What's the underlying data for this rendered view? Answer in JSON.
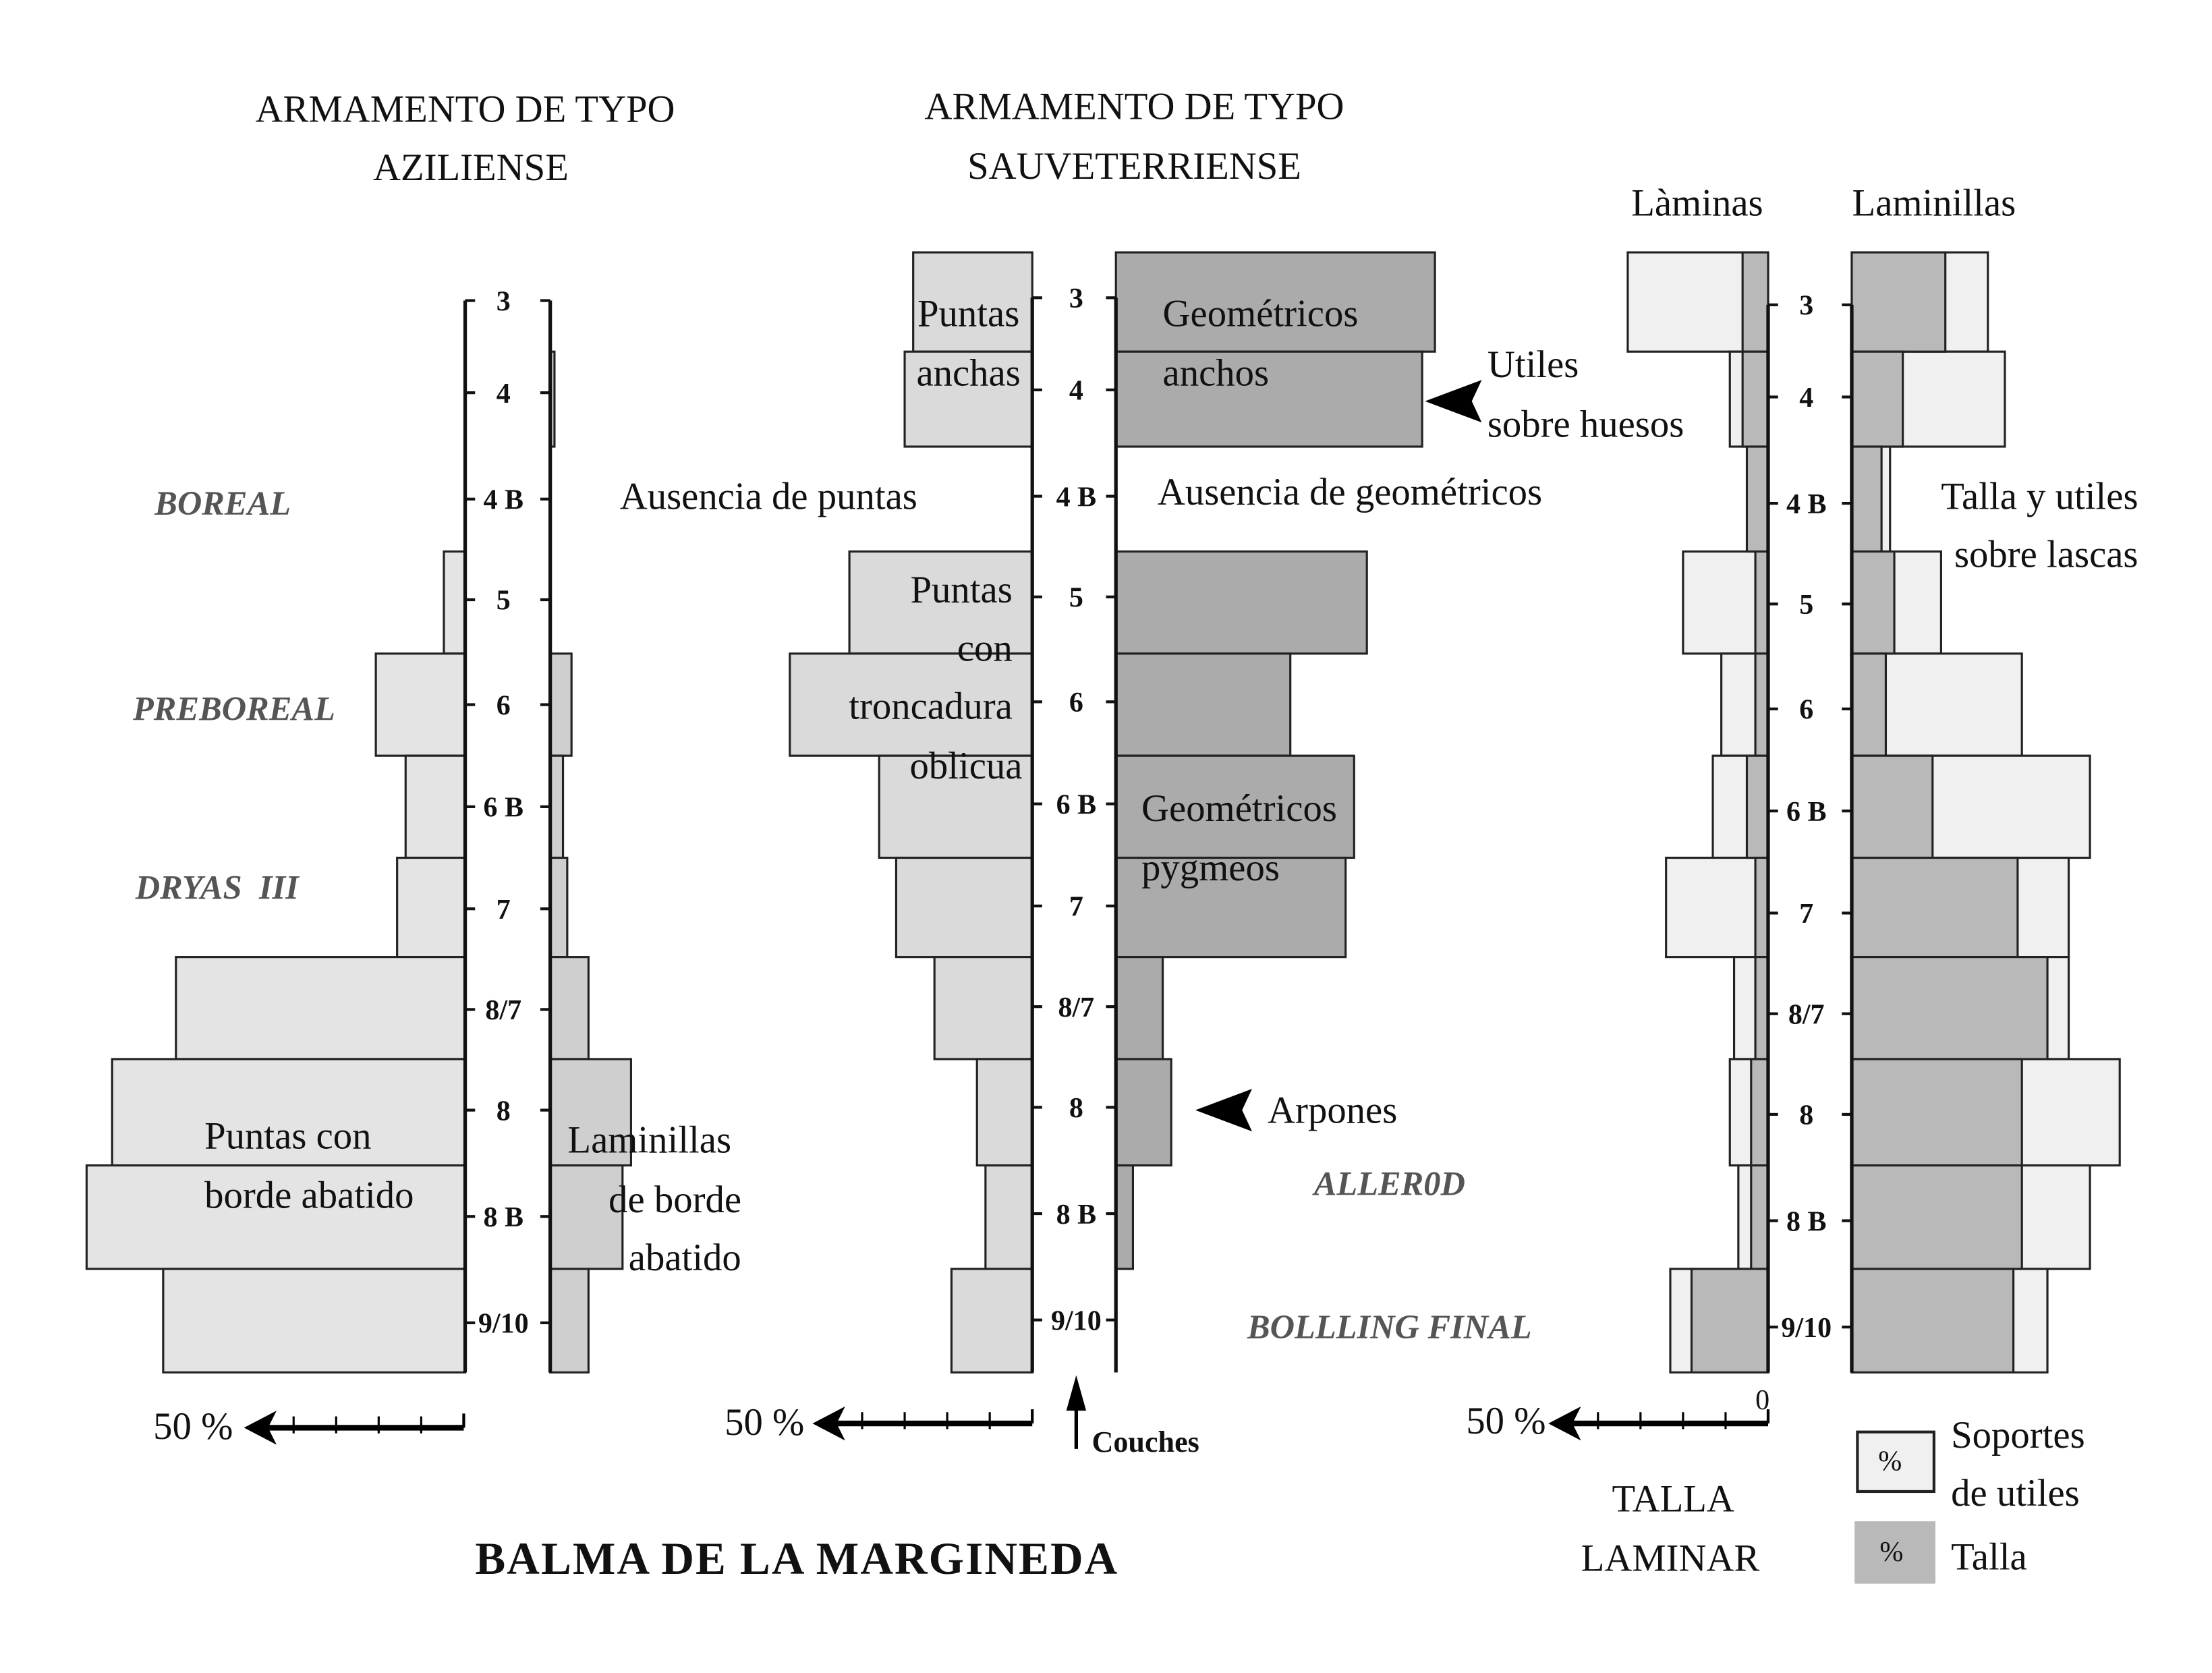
{
  "chart_data": {
    "type": "bar",
    "title": "BALMA DE LA MARGINEDA",
    "orientation": "horizontal-stratigraphic",
    "layers": [
      "3",
      "4",
      "4 B",
      "5",
      "6",
      "6 B",
      "7",
      "8/7",
      "8",
      "8 B",
      "9/10"
    ],
    "xlabel": "50 %",
    "ylabel": "Couches",
    "unit": "%",
    "panels": [
      {
        "title_line1": "ARMAMENTO DE TYPO",
        "title_line2": "AZILIENSE",
        "series": [
          {
            "name": "Puntas con borde abatido",
            "direction": "left",
            "color": "#e4e4e4",
            "values": [
              0,
              0,
              0,
              5,
              21,
              14,
              16,
              68,
              83,
              89,
              71
            ]
          },
          {
            "name": "Laminillas de borde abatido",
            "direction": "right",
            "color": "#cfcfcf",
            "values": [
              0,
              1,
              0,
              0,
              5,
              3,
              4,
              9,
              19,
              17,
              9
            ]
          }
        ]
      },
      {
        "title_line1": "ARMAMENTO DE TYPO",
        "title_line2": "SAUVETERRIENSE",
        "series": [
          {
            "name": "Puntas anchas / Puntas con troncadura oblicua",
            "direction": "left",
            "color": "#dadada",
            "values": [
              28,
              30,
              0,
              43,
              57,
              36,
              32,
              23,
              13,
              11,
              19
            ]
          },
          {
            "name": "Geométricos anchos / Geométricos pygmeos",
            "direction": "right",
            "color": "#ababab",
            "values": [
              75,
              72,
              0,
              59,
              41,
              56,
              54,
              11,
              13,
              4,
              0
            ]
          }
        ]
      },
      {
        "title_line1": "TALLA",
        "title_line2": "LAMINAR",
        "series": [
          {
            "name": "Làminas - Soportes de utiles",
            "direction": "left",
            "color": "#f0f0f0",
            "values": [
              33,
              9,
              0,
              20,
              11,
              13,
              24,
              8,
              9,
              7,
              23
            ]
          },
          {
            "name": "Làminas - Talla",
            "direction": "left",
            "color": "#b9b9b9",
            "values": [
              6,
              6,
              5,
              3,
              3,
              5,
              3,
              3,
              4,
              4,
              18
            ]
          },
          {
            "name": "Laminillas - Soportes de utiles",
            "direction": "right",
            "color": "#f0f0f0",
            "values": [
              32,
              36,
              9,
              21,
              40,
              56,
              51,
              51,
              63,
              56,
              46
            ]
          },
          {
            "name": "Laminillas - Talla",
            "direction": "right",
            "color": "#b9b9b9",
            "values": [
              22,
              12,
              7,
              10,
              8,
              19,
              39,
              46,
              40,
              40,
              38
            ]
          }
        ]
      }
    ],
    "periods": [
      "BOREAL",
      "PREBOREAL",
      "DRYAS  III",
      "ALLER0D",
      "BOLLLING FINAL"
    ],
    "subtitles": {
      "laminas": "Làminas",
      "laminillas": "Laminillas"
    },
    "annotations": {
      "puntas_borde": [
        "Puntas con",
        "borde abatido"
      ],
      "laminillas_borde": [
        "Laminillas",
        "de borde",
        "abatido"
      ],
      "puntas_anchas": [
        "Puntas",
        "anchas"
      ],
      "geom_anchos": [
        "Geométricos",
        "anchos"
      ],
      "utiles_huesos": [
        "Utiles",
        "sobre huesos"
      ],
      "ausencia_puntas": "Ausencia de puntas",
      "ausencia_geom": "Ausencia de geométricos",
      "puntas_troncadura": [
        "Puntas",
        "con",
        "troncadura",
        "oblicua"
      ],
      "geom_pygmeos": [
        "Geométricos",
        "pygmeos"
      ],
      "arpones": "Arpones",
      "talla_lascas": [
        "Talla y utiles",
        "sobre lascas"
      ]
    },
    "axis_zero": "0",
    "legend": {
      "placement": "bottom-right",
      "symbol": "%",
      "items": [
        {
          "label1": "Soportes",
          "label2": "de utiles",
          "color": "#f0f0f0"
        },
        {
          "label1": "Talla",
          "color": "#b9b9b9"
        }
      ]
    }
  }
}
